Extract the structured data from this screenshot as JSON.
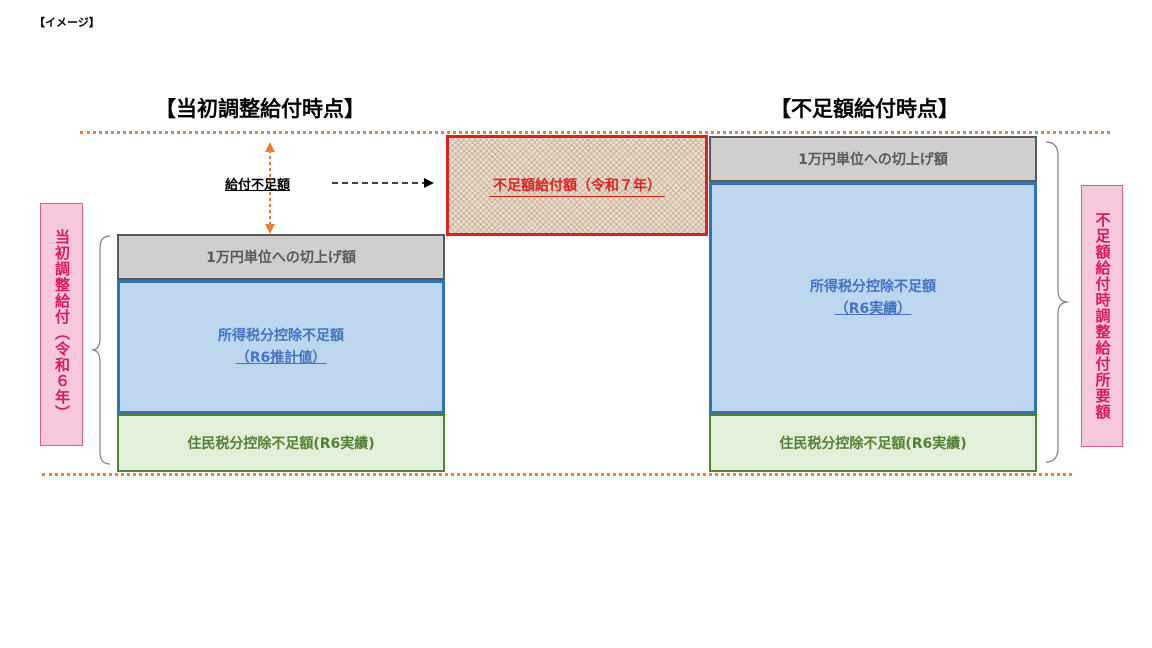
{
  "image_tag": "【イメージ】",
  "left": {
    "heading": "【当初調整給付時点】",
    "shortage_label": "給付不足額",
    "rounding_label": "1万円単位への切上げ額",
    "income_tax": {
      "line1": "所得税分控除不足額",
      "line2": "（R6推計値）"
    },
    "resident_tax": "住民税分控除不足額(R6実績)",
    "side_label": "当初調整給付（令和６年）"
  },
  "middle": {
    "shortage_box": "不足額給付額（令和７年）"
  },
  "right": {
    "heading": "【不足額給付時点】",
    "rounding_label": "1万円単位への切上げ額",
    "income_tax": {
      "line1": "所得税分控除不足額",
      "line2": "（R6実績）"
    },
    "resident_tax": "住民税分控除不足額(R6実績)",
    "side_label": "不足額給付時調整給付所要額"
  },
  "colors": {
    "dots": "#ed7d31",
    "gray_box": "#d0cece",
    "blue_box": "#bdd7ee",
    "green_box": "#e2f0d9",
    "red": "#e02020",
    "pink": "#f8c8dc"
  }
}
